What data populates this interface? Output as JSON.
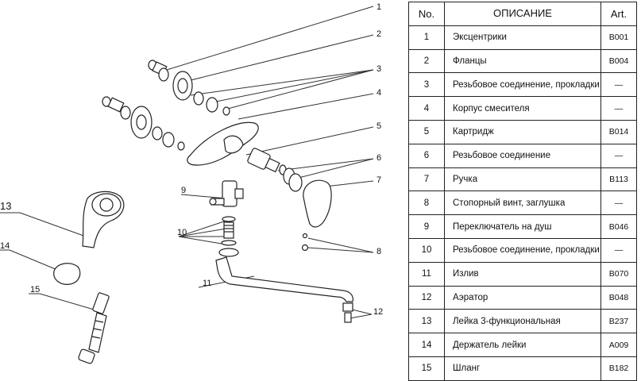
{
  "table": {
    "headers": {
      "no": "No.",
      "desc": "ОПИСАНИЕ",
      "art": "Art."
    },
    "rows": [
      {
        "no": "1",
        "desc": "Эксцентрики",
        "art": "B001"
      },
      {
        "no": "2",
        "desc": "Фланцы",
        "art": "B004"
      },
      {
        "no": "3",
        "desc": "Резьбовое соединение, прокладки",
        "art": "—"
      },
      {
        "no": "4",
        "desc": "Корпус смесителя",
        "art": "—"
      },
      {
        "no": "5",
        "desc": "Картридж",
        "art": "B014"
      },
      {
        "no": "6",
        "desc": "Резьбовое соединение",
        "art": "—"
      },
      {
        "no": "7",
        "desc": "Ручка",
        "art": "B113"
      },
      {
        "no": "8",
        "desc": "Стопорный винт, заглушка",
        "art": "—"
      },
      {
        "no": "9",
        "desc": "Переключатель на душ",
        "art": "B046"
      },
      {
        "no": "10",
        "desc": "Резьбовое соединение, прокладки",
        "art": "—"
      },
      {
        "no": "11",
        "desc": "Излив",
        "art": "B070"
      },
      {
        "no": "12",
        "desc": "Аэратор",
        "art": "B048"
      },
      {
        "no": "13",
        "desc": "Лейка 3-функциональная",
        "art": "B237"
      },
      {
        "no": "14",
        "desc": "Держатель лейки",
        "art": "A009"
      },
      {
        "no": "15",
        "desc": "Шланг",
        "art": "B182"
      }
    ]
  },
  "callouts": [
    "1",
    "2",
    "3",
    "4",
    "5",
    "6",
    "7",
    "8",
    "9",
    "10",
    "11",
    "12",
    "13",
    "14",
    "15"
  ]
}
